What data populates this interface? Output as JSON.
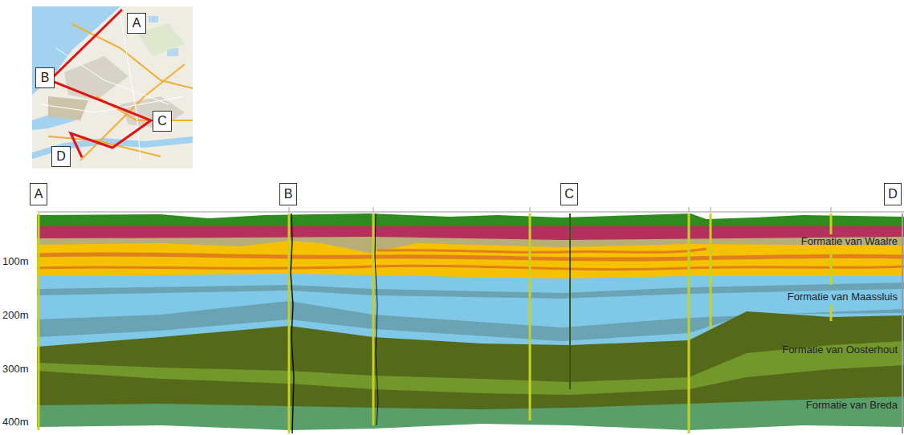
{
  "diagram": {
    "nodes": [
      {
        "text": [
          "A"
        ]
      },
      {
        "text": [
          "B"
        ]
      },
      {
        "text": [
          "C"
        ]
      },
      {
        "text": [
          "D"
        ]
      },
      {
        "text": [
          "A"
        ]
      },
      {
        "text": [
          "B"
        ]
      },
      {
        "text": [
          "C"
        ]
      },
      {
        "text": [
          "D"
        ]
      }
    ],
    "labels": [
      "100m",
      "200m",
      "300m",
      "400m",
      "Formatie van Waalre",
      "Formatie van Maassluis",
      "Formatie van Oosterhout",
      "Formatie van Breda"
    ]
  }
}
